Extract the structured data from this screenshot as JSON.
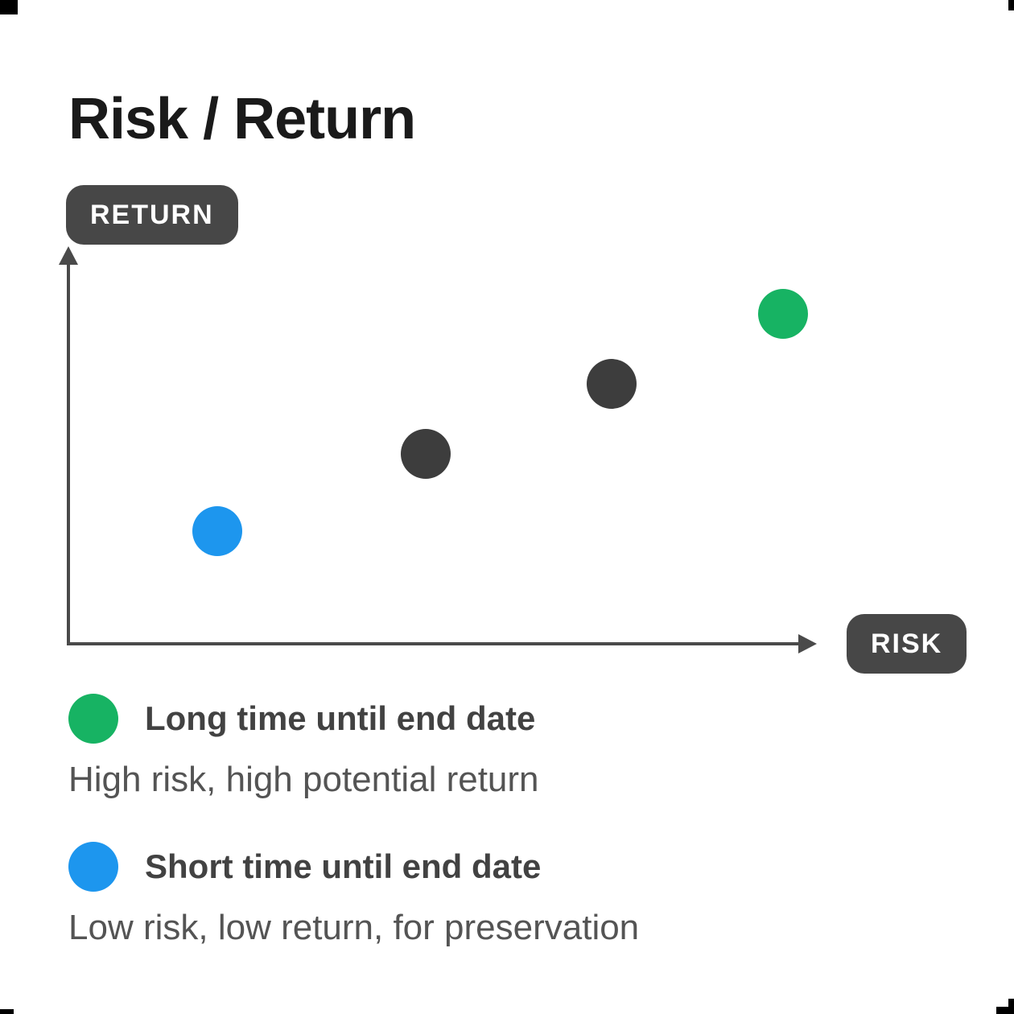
{
  "page": {
    "title": "Risk / Return"
  },
  "chart_data": {
    "type": "scatter",
    "title": "Risk / Return",
    "xlabel": "RISK",
    "ylabel": "RETURN",
    "x_axis_badge": "RISK",
    "y_axis_badge": "RETURN",
    "grid": false,
    "axis_range": {
      "x": [
        0,
        1
      ],
      "y": [
        0,
        1
      ]
    },
    "points": [
      {
        "label": "Short time until end date",
        "risk": 0.2,
        "return": 0.29,
        "color": "#1d96ee"
      },
      {
        "label": "",
        "risk": 0.48,
        "return": 0.49,
        "color": "#3d3d3d"
      },
      {
        "label": "",
        "risk": 0.73,
        "return": 0.67,
        "color": "#3d3d3d"
      },
      {
        "label": "Long time until end date",
        "risk": 0.96,
        "return": 0.85,
        "color": "#17b363"
      }
    ]
  },
  "legend": {
    "items": [
      {
        "label": "Long time until end date",
        "description": "High risk, high potential return",
        "color": "#17b363"
      },
      {
        "label": "Short time until end date",
        "description": "Low risk, low return, for preservation",
        "color": "#1d96ee"
      }
    ]
  },
  "colors": {
    "accent_green": "#17b363",
    "accent_blue": "#1d96ee",
    "neutral_dot": "#3d3d3d",
    "axis": "#4a4a4a",
    "badge_bg": "#474747",
    "title_text": "#1a1a1a"
  }
}
